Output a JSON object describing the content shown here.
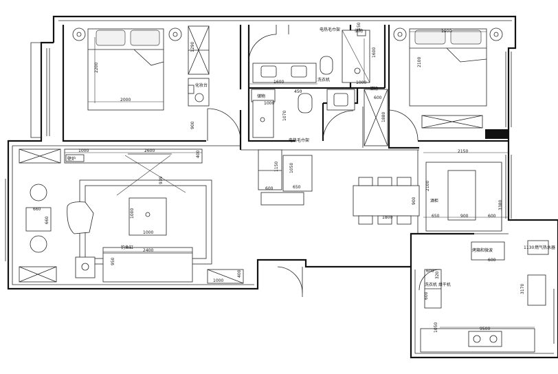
{
  "labels": {
    "washer_dryer": "洗衣机",
    "storage": "储物",
    "vanity": "化妆台",
    "towel_rack_top": "电热毛巾架",
    "towel_rack_bottom": "电热毛巾架",
    "fireplace": "壁炉",
    "fishtank": "钓鱼缸",
    "bar": "酒柜",
    "oven_microwave": "烤箱和微波",
    "dishwasher": "洗衣机\n烘干机",
    "water_heater": "燃气热水器"
  },
  "dims": {
    "d150": "150",
    "d1900": "1900",
    "d1600a": "1600",
    "d1600b": "1600",
    "d1000a": "1000",
    "d2200": "2200",
    "d1290": "1290",
    "d2000": "2000",
    "d900a": "900",
    "d450": "450",
    "d1000b": "1000",
    "d1070": "1070",
    "d600a": "600",
    "d1880": "1880",
    "d2100a": "2100",
    "d1000c": "1000",
    "d2600": "2600",
    "d400a": "400",
    "d939": "939",
    "d660a": "660",
    "d660b": "660",
    "d1000d": "1000",
    "d1000e": "1000",
    "d1150": "1150",
    "d1050": "1050",
    "d600b": "600",
    "d650a": "650",
    "d2150": "2150",
    "d2100b": "2100",
    "d900b": "900",
    "d1800": "1800",
    "d650b": "650",
    "d900c": "900",
    "d600c": "600",
    "d3380": "3380",
    "d2400": "2400",
    "d950": "950",
    "d1000f": "1000",
    "d400b": "400",
    "d1130": "1130",
    "d600d": "600",
    "d600e": "600",
    "d320": "320",
    "d600f": "600",
    "d3170": "3170",
    "d1050b": "1050",
    "d9500": "9500"
  }
}
